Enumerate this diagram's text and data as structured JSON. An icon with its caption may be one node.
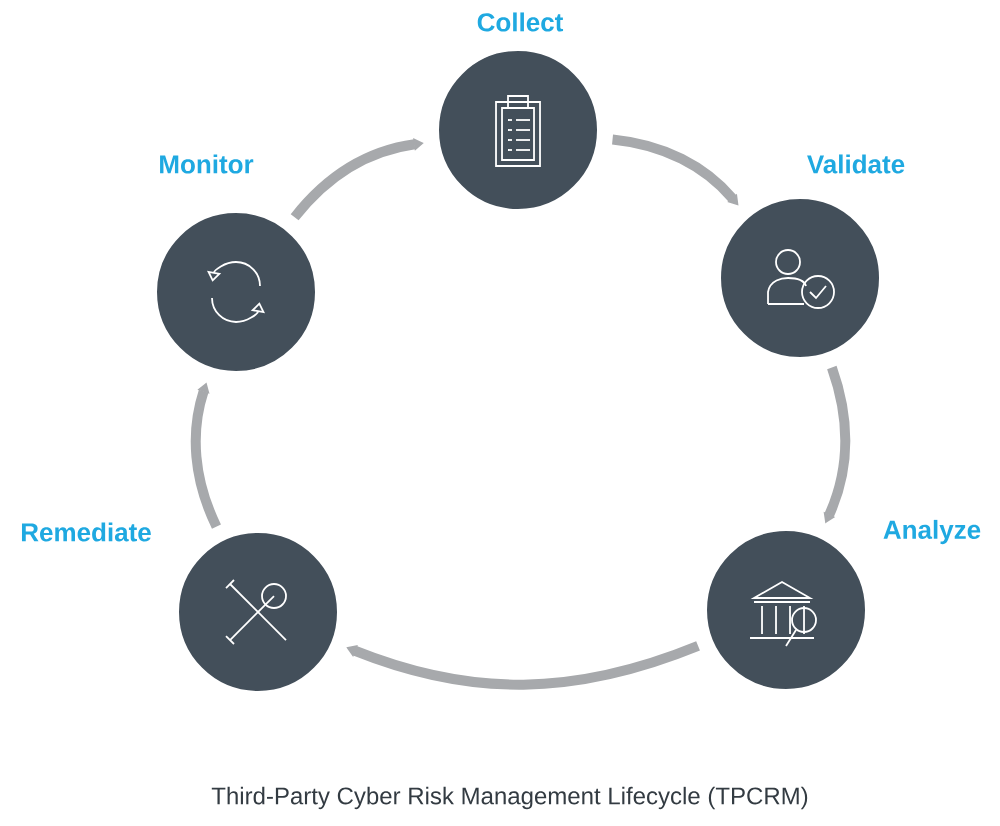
{
  "diagram": {
    "caption": "Third-Party Cyber Risk Management Lifecycle (TPCRM)",
    "nodes": [
      {
        "text": [
          "Collect"
        ]
      },
      {
        "text": [
          "Validate"
        ]
      },
      {
        "text": [
          "Analyze"
        ]
      },
      {
        "text": [
          "Remediate"
        ]
      },
      {
        "text": [
          "Monitor"
        ]
      }
    ],
    "edges": [
      {
        "from": 0,
        "to": 1,
        "arrow": "to"
      },
      {
        "from": 1,
        "to": 2,
        "arrow": "to"
      },
      {
        "from": 2,
        "to": 3,
        "arrow": "to"
      },
      {
        "from": 3,
        "to": 4,
        "arrow": "to"
      },
      {
        "from": 4,
        "to": 0,
        "arrow": "to"
      }
    ]
  }
}
